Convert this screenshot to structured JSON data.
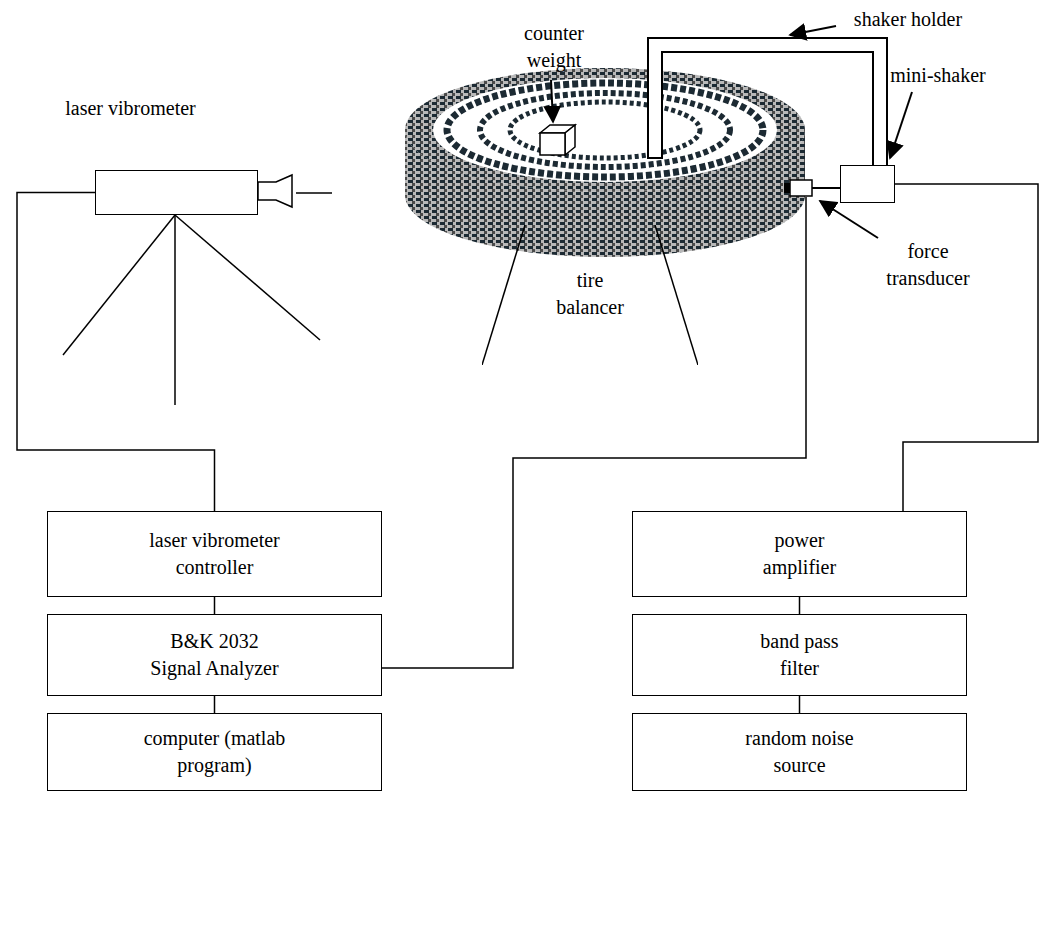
{
  "diagram": {
    "nodes": [
      {
        "text": [
          "laser vibrometer"
        ]
      },
      {
        "text": [
          "tire balancer"
        ]
      },
      {
        "text": [
          "mini-shaker"
        ]
      },
      {
        "text": [
          "laser vibrometer controller"
        ]
      },
      {
        "text": [
          "B&K 2032 Signal Analyzer"
        ]
      },
      {
        "text": [
          "computer (matlab program)"
        ]
      },
      {
        "text": [
          "power amplifier"
        ]
      },
      {
        "text": [
          "band pass filter"
        ]
      },
      {
        "text": [
          "random noise source"
        ]
      }
    ],
    "edges": [
      {
        "from": 0,
        "to": 3,
        "arrow": "none"
      },
      {
        "from": 3,
        "to": 4,
        "arrow": "none"
      },
      {
        "from": 4,
        "to": 5,
        "arrow": "none"
      },
      {
        "from": 8,
        "to": 7,
        "arrow": "none"
      },
      {
        "from": 7,
        "to": 6,
        "arrow": "none"
      },
      {
        "from": 6,
        "to": 2,
        "arrow": "none"
      }
    ],
    "labels": [
      "counter weight",
      "shaker holder",
      "force transducer"
    ]
  }
}
